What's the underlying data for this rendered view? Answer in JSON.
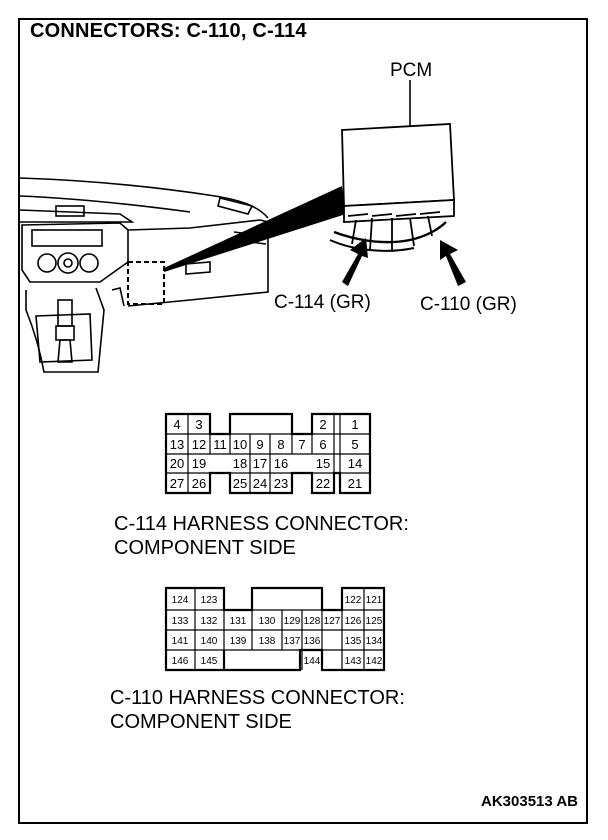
{
  "title": "CONNECTORS: C-110, C-114",
  "labels": {
    "pcm": "PCM",
    "c114_color": "C-114 (GR)",
    "c110_color": "C-110 (GR)"
  },
  "c114": {
    "caption_line1": "C-114 HARNESS CONNECTOR:",
    "caption_line2": "COMPONENT SIDE",
    "pins": {
      "p4": "4",
      "p3": "3",
      "p2": "2",
      "p1": "1",
      "p13": "13",
      "p12": "12",
      "p11": "11",
      "p10": "10",
      "p9": "9",
      "p8": "8",
      "p7": "7",
      "p6": "6",
      "p5": "5",
      "p20": "20",
      "p19": "19",
      "p18": "18",
      "p17": "17",
      "p16": "16",
      "p15": "15",
      "p14": "14",
      "p27": "27",
      "p26": "26",
      "p25": "25",
      "p24": "24",
      "p23": "23",
      "p22": "22",
      "p21": "21"
    }
  },
  "c110": {
    "caption_line1": "C-110 HARNESS CONNECTOR:",
    "caption_line2": "COMPONENT SIDE",
    "pins": {
      "p124": "124",
      "p123": "123",
      "p122": "122",
      "p121": "121",
      "p133": "133",
      "p132": "132",
      "p131": "131",
      "p130": "130",
      "p129": "129",
      "p128": "128",
      "p127": "127",
      "p126": "126",
      "p125": "125",
      "p141": "141",
      "p140": "140",
      "p139": "139",
      "p138": "138",
      "p137": "137",
      "p136": "136",
      "p135": "135",
      "p134": "134",
      "p146": "146",
      "p145": "145",
      "p144": "144",
      "p143": "143",
      "p142": "142"
    }
  },
  "footer": "AK303513 AB"
}
